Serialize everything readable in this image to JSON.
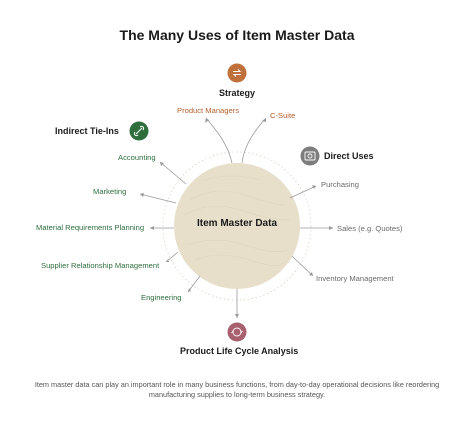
{
  "title": "The Many Uses of Item Master Data",
  "center": "Item Master Data",
  "categories": {
    "strategy": "Strategy",
    "indirect": "Indirect Tie-Ins",
    "direct": "Direct Uses",
    "plca": "Product Life Cycle Analysis"
  },
  "items": {
    "product_managers": "Product Managers",
    "c_suite": "C-Suite",
    "accounting": "Accounting",
    "marketing": "Marketing",
    "mrp": "Material Requirements Planning",
    "srm": "Supplier Relationship Management",
    "engineering": "Engineering",
    "purchasing": "Purchasing",
    "sales": "Sales (e.g. Quotes)",
    "inventory": "Inventory Management"
  },
  "caption": "Item master data can play an important role in many business functions, from day-to-day operational decisions like reordering manufacturing supplies to long-term business strategy.",
  "colors": {
    "center_fill": "#e8dfcb",
    "strategy_icon": "#c0703a",
    "indirect_icon": "#2f6f3e",
    "direct_icon": "#7d7d7d",
    "plca_icon": "#a8606e",
    "green_text": "#2f6f3e",
    "orange_text": "#b5602f",
    "gray_text": "#6a6a6a"
  },
  "icons": {
    "strategy": "arrows-exchange-icon",
    "indirect": "link-icon",
    "direct": "gear-icon",
    "plca": "cycle-icon"
  }
}
